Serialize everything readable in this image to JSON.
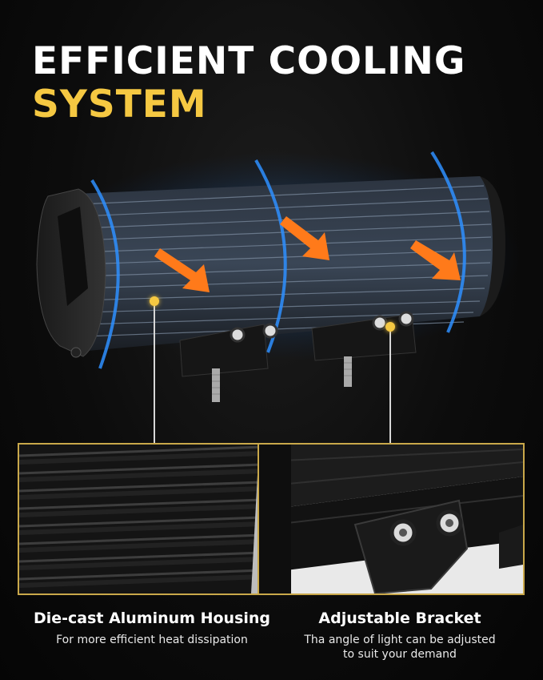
{
  "headline": {
    "line1": "EFFICIENT COOLING",
    "line2": "SYSTEM"
  },
  "features": [
    {
      "title": "Die-cast Aluminum Housing",
      "description": "For more efficient heat dissipation"
    },
    {
      "title": "Adjustable Bracket",
      "description_line1": "Tha angle of light can be adjusted",
      "description_line2": "to suit your demand"
    }
  ],
  "colors": {
    "accent": "#f5c842",
    "headline": "#ffffff",
    "airflow": "#2e8fff",
    "arrow": "#ff7a1a"
  }
}
